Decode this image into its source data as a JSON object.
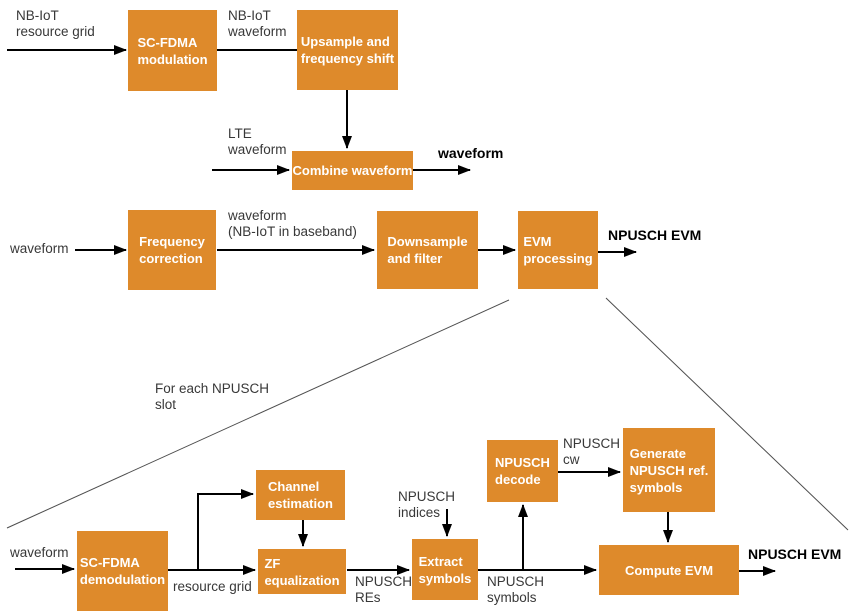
{
  "colors": {
    "bg": "#FFFFFF",
    "block_fill": "#DE8A2B",
    "block_text": "#FFFFFF",
    "label_text": "#383838",
    "bold_label_text": "#000000",
    "connector": "#000000",
    "expansion_line": "#4D4D4D"
  },
  "blocks": {
    "sc_fdma_modulation": "SC-FDMA\nmodulation",
    "upsample_frequency_shift": "Upsample and\nfrequency shift",
    "combine_waveform": "Combine waveform",
    "frequency_correction": "Frequency\ncorrection",
    "downsample_filter": "Downsample\nand filter",
    "evm_processing": "EVM\nprocessing",
    "sc_fdma_demodulation": "SC-FDMA\ndemodulation",
    "channel_estimation": "Channel\nestimation",
    "zf_equalization": "ZF\nequalization",
    "extract_symbols": "Extract\nsymbols",
    "npusch_decode": "NPUSCH\ndecode",
    "generate_npusch_ref_symbols": "Generate\nNPUSCH ref.\nsymbols",
    "compute_evm": "Compute EVM"
  },
  "labels": {
    "nbiot_resource_grid": "NB-IoT\nresource grid",
    "nbiot_waveform": "NB-IoT\nwaveform",
    "lte_waveform": "LTE\nwaveform",
    "combined_waveform_out": "waveform",
    "waveform_in": "waveform",
    "waveform_baseband": "waveform\n(NB-IoT in baseband)",
    "npusch_evm_top": "NPUSCH EVM",
    "for_each_npusch_slot": "For each NPUSCH\nslot",
    "waveform_lower": "waveform",
    "resource_grid": "resource grid",
    "npusch_res": "NPUSCH\nREs",
    "npusch_indices": "NPUSCH\nindices",
    "npusch_symbols": "NPUSCH\nsymbols",
    "npusch_cw": "NPUSCH\ncw",
    "npusch_evm_bottom": "NPUSCH EVM"
  }
}
